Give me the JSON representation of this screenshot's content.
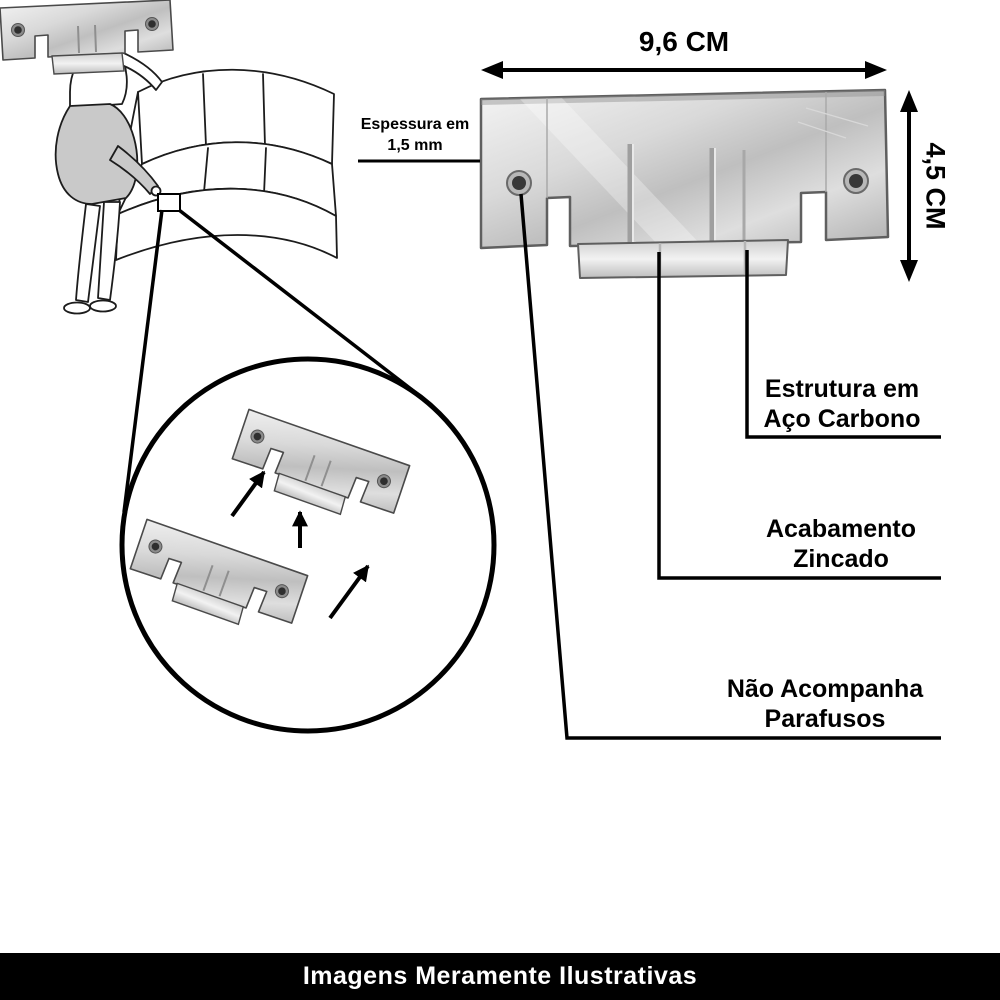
{
  "dimensions": {
    "width_label": "9,6 CM",
    "height_label": "4,5 CM",
    "thickness_line1": "Espessura em",
    "thickness_line2": "1,5 mm"
  },
  "callouts": {
    "material": {
      "line1": "Estrutura em",
      "line2": "Aço Carbono"
    },
    "finish": {
      "line1": "Acabamento",
      "line2": "Zincado"
    },
    "screws": {
      "line1": "Não Acompanha",
      "line2": "Parafusos"
    }
  },
  "footer": {
    "text": "Imagens Meramente Ilustrativas"
  },
  "colors": {
    "outline": "#000000",
    "metal_light": "#f2f2f2",
    "metal_mid": "#c5c5c5",
    "metal_dark": "#a8a8a8",
    "sweater_gray": "#c9c9c9",
    "footer_bg": "#000000",
    "footer_text": "#ffffff",
    "background": "#ffffff"
  }
}
